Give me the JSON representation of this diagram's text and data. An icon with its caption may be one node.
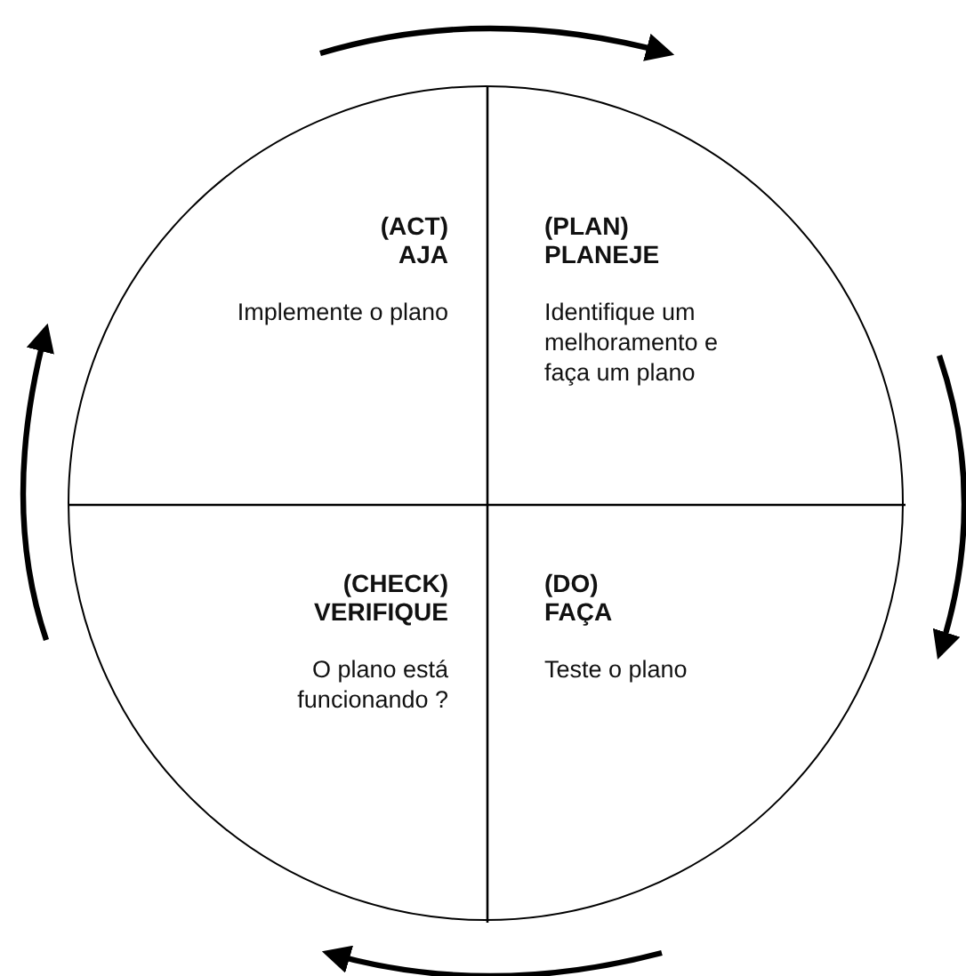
{
  "diagram": {
    "nodes": [
      {
        "text": [],
        "shape": "circle"
      },
      {
        "text": [
          "(ACT) AJA",
          "Implemente o plano"
        ],
        "in": 0
      },
      {
        "text": [
          "(PLAN) PLANEJE",
          "Identifique um melhoramento e faça um plano"
        ],
        "in": 0
      },
      {
        "text": [
          "(CHECK) VERIFIQUE",
          "O plano está funcionando ?"
        ],
        "in": 0
      },
      {
        "text": [
          "(DO) FAÇA",
          "Teste o plano"
        ],
        "in": 0
      }
    ]
  }
}
